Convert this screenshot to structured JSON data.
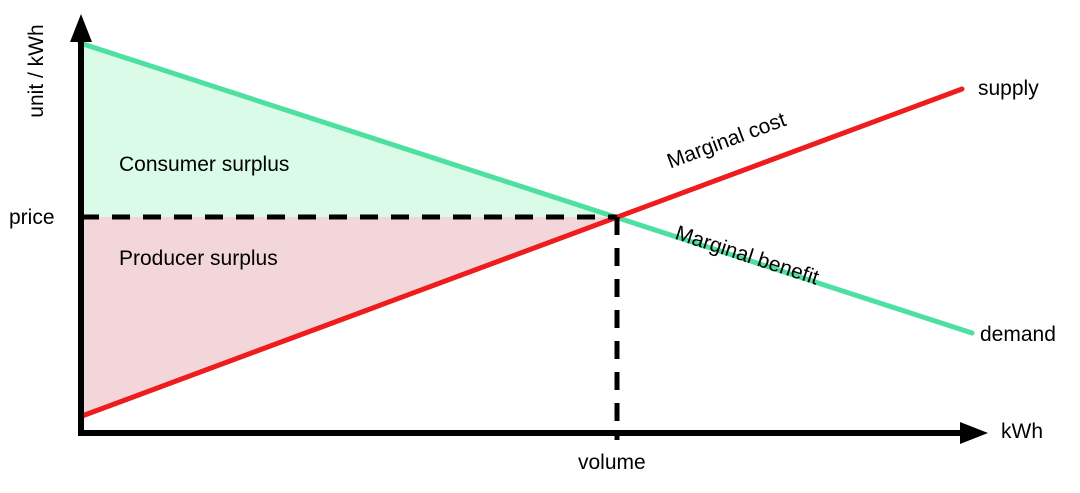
{
  "chart_data": {
    "type": "line",
    "title": "",
    "subtitle": "",
    "xlabel": "kWh",
    "ylabel": "unit / kWh",
    "grid": false,
    "legend_position": "right-inline",
    "axes": {
      "x_axis_label": "kWh",
      "y_axis_label": "unit / kWh",
      "x_tick_labels": [
        "volume"
      ],
      "y_tick_labels": [
        "price"
      ],
      "x_axis_arrow": true,
      "y_axis_arrow": true,
      "xlim": [
        0,
        1
      ],
      "ylim": [
        0,
        1
      ]
    },
    "series": [
      {
        "name": "demand",
        "legend_label": "demand",
        "inline_label": "Marginal benefit",
        "color": "#4ee0a0",
        "slope": "downward",
        "points": [
          {
            "x": 0.0,
            "y": 1.0
          },
          {
            "x": 1.0,
            "y": 0.235
          }
        ]
      },
      {
        "name": "supply",
        "legend_label": "supply",
        "inline_label": "Marginal cost",
        "color": "#ee1c1c",
        "slope": "upward",
        "points": [
          {
            "x": 0.0,
            "y": 0.045
          },
          {
            "x": 1.0,
            "y": 0.912
          }
        ]
      }
    ],
    "equilibrium": {
      "x": 0.602,
      "y": 0.54,
      "price_label": "price",
      "volume_label": "volume",
      "guide_line_style": "dashed",
      "guide_line_color": "#000000"
    },
    "regions": [
      {
        "name": "consumer-surplus",
        "label": "Consumer surplus",
        "fill": "#d9fbe8"
      },
      {
        "name": "producer-surplus",
        "label": "Producer surplus",
        "fill": "#f3d6da"
      }
    ]
  },
  "labels": {
    "y_axis": "unit / kWh",
    "x_axis": "kWh",
    "price": "price",
    "volume": "volume",
    "supply": "supply",
    "demand": "demand",
    "marginal_cost": "Marginal cost",
    "marginal_benefit": "Marginal benefit",
    "consumer_surplus": "Consumer surplus",
    "producer_surplus": "Producer surplus"
  },
  "colors": {
    "supply_line": "#ee1c1c",
    "demand_line": "#4ee0a0",
    "consumer_surplus_fill": "#d9fbe8",
    "producer_surplus_fill": "#f3d6da",
    "axis": "#000000",
    "text": "#000000",
    "background": "#ffffff"
  }
}
